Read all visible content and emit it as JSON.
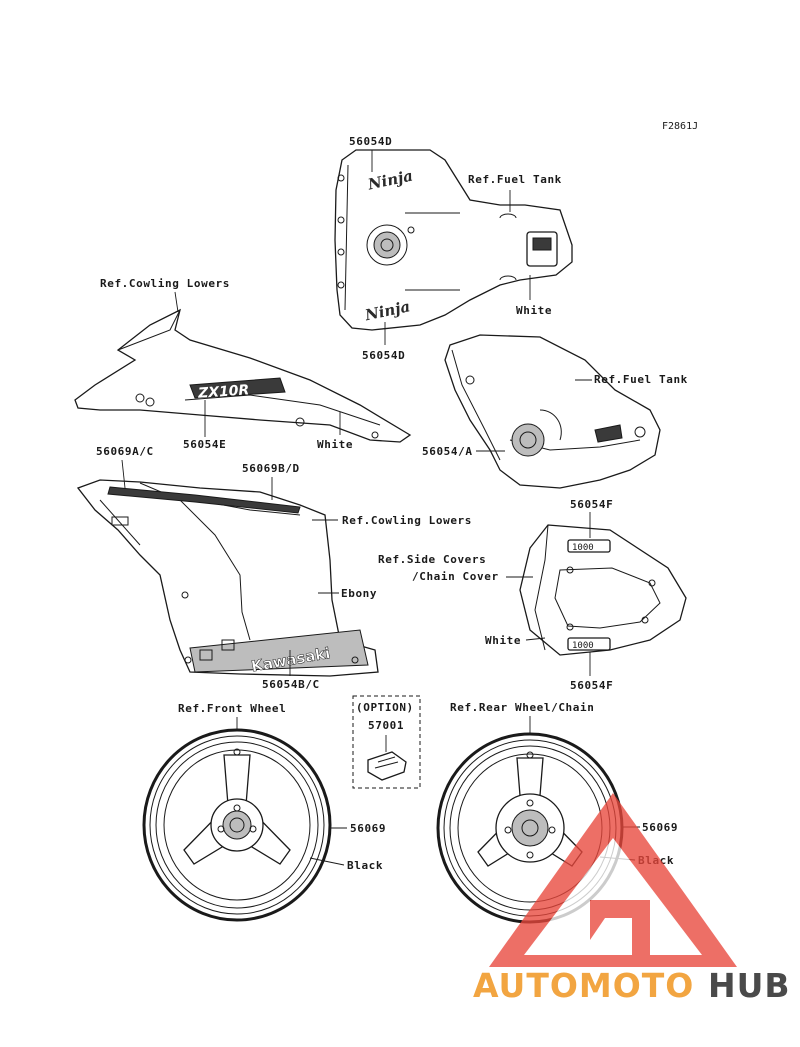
{
  "diagram_code": "F2861J",
  "labels": {
    "p56054d_top": "56054D",
    "ref_fuel_tank_1": "Ref.Fuel Tank",
    "white_tank": "White",
    "p56054d_bottom": "56054D",
    "ref_cowling_lowers_1": "Ref.Cowling Lowers",
    "ref_fuel_tank_2": "Ref.Fuel Tank",
    "p56054e": "56054E",
    "white_cowl": "White",
    "p56054a": "56054/A",
    "p56069ac": "56069A/C",
    "p56069bd": "56069B/D",
    "ref_cowling_lowers_2": "Ref.Cowling Lowers",
    "p56054f_top": "56054F",
    "ref_side_covers_line1": "Ref.Side Covers",
    "ref_side_covers_line2": "/Chain Cover",
    "ebony": "Ebony",
    "white_cover": "White",
    "p56054bc": "56054B/C",
    "p56054f_bottom": "56054F",
    "ref_front_wheel": "Ref.Front Wheel",
    "option": "(OPTION)",
    "p57001": "57001",
    "ref_rear_wheel": "Ref.Rear Wheel/Chain",
    "p56069_front": "56069",
    "black_front": "Black",
    "p56069_rear": "56069",
    "black_rear": "Black"
  },
  "decals": {
    "ninja": "Ninja",
    "zx10r": "ZX10R",
    "kawasaki": "Kawasaki"
  },
  "watermark": {
    "part1": "AUTOMOTO",
    "part2": "HUB",
    "color_primary": "#e8473c",
    "color_secondary": "#f2a541",
    "color_dark": "#4a4a4a"
  }
}
